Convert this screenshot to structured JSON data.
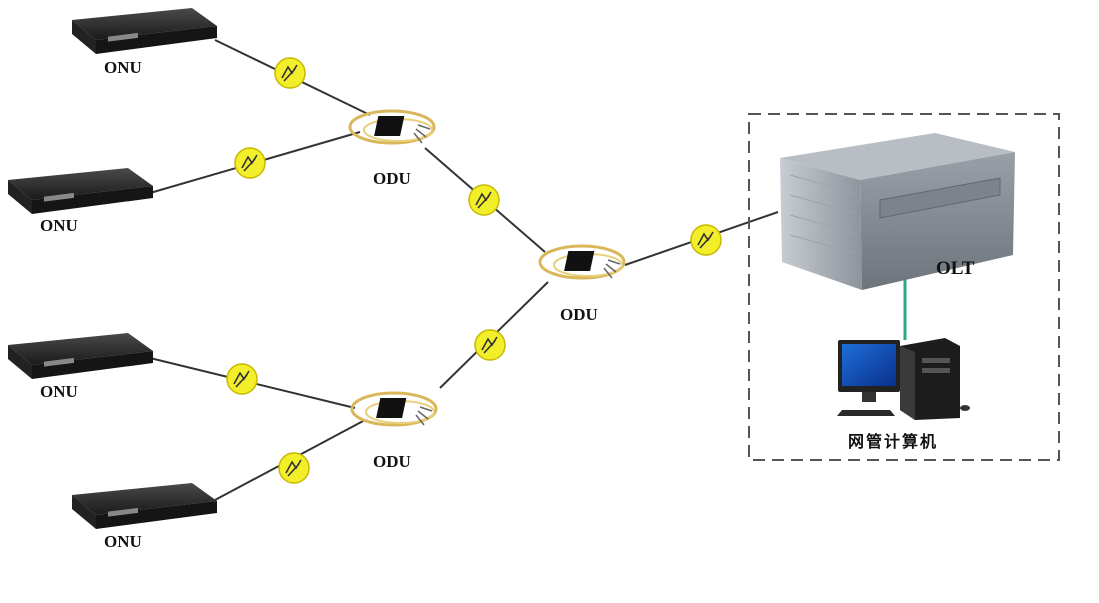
{
  "labels": {
    "onu_1": "ONU",
    "onu_2": "ONU",
    "onu_3": "ONU",
    "onu_4": "ONU",
    "odu_upper": "ODU",
    "odu_center": "ODU",
    "odu_lower": "ODU",
    "olt": "OLT",
    "nms_computer": "网管计算机"
  },
  "colors": {
    "fiber_line": "#333333",
    "connector_fill": "#f2ef2a",
    "olt_link": "#2aa88a",
    "dashed_box": "#555555"
  },
  "icons": {
    "connector": "fiber-connector-icon",
    "onu": "onu-device-icon",
    "odu": "odu-splitter-icon",
    "olt": "olt-chassis-icon",
    "computer": "desktop-computer-icon"
  }
}
